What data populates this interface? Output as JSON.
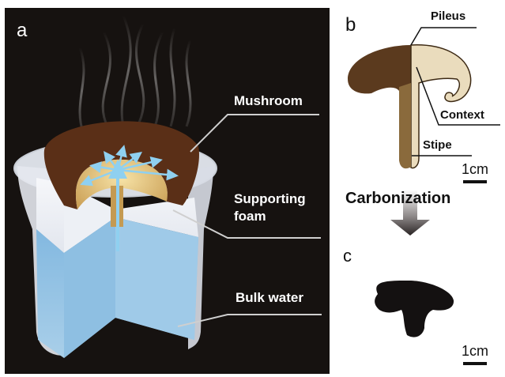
{
  "panels": {
    "a": {
      "letter": "a",
      "labels": {
        "mushroom": "Mushroom",
        "supporting_foam_line1": "Supporting",
        "supporting_foam_line2": "foam",
        "bulk_water": "Bulk water"
      }
    },
    "b": {
      "letter": "b",
      "labels": {
        "pileus": "Pileus",
        "context": "Context",
        "stipe": "Stipe"
      },
      "scale": "1cm"
    },
    "process": {
      "label": "Carbonization"
    },
    "c": {
      "letter": "c",
      "scale": "1cm"
    }
  },
  "colors": {
    "background_dark": "#161210",
    "water_blue": "#8fc3e6",
    "foam_white": "#eef1f6",
    "cap_brown": "#5a2f17",
    "context_yellow": "#e6c98a",
    "arrow_blue": "#8fd0f0",
    "carbon_black": "#141111"
  }
}
